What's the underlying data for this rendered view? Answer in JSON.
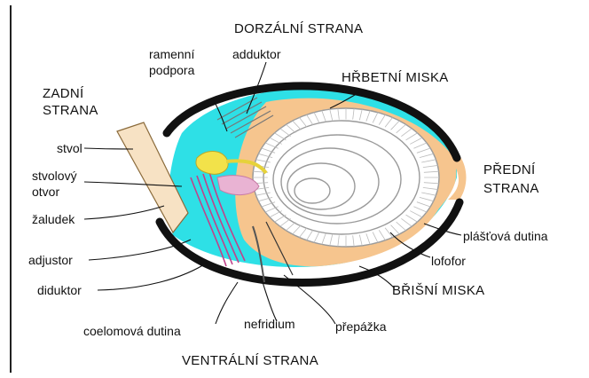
{
  "labels": {
    "dorsal": "DORZÁLNÍ STRANA",
    "ventral": "VENTRÁLNÍ STRANA",
    "posterior_line1": "ZADNÍ",
    "posterior_line2": "STRANA",
    "anterior_line1": "PŘEDNÍ",
    "anterior_line2": "STRANA",
    "brachial_support_line1": "ramenní",
    "brachial_support_line2": "podpora",
    "adductor": "adduktor",
    "dorsal_valve": "HŘBETNÍ MISKA",
    "pedicle": "stvol",
    "pedicle_opening_line1": "stvolový",
    "pedicle_opening_line2": "otvor",
    "stomach": "žaludek",
    "adjustor": "adjustor",
    "diductor": "diduktor",
    "coelom": "coelomová dutina",
    "nephridium": "nefridium",
    "septum": "přepážka",
    "ventral_valve": "BŘIŠNÍ MISKA",
    "lophophore": "lofofor",
    "mantle_cavity": "plášťová dutina"
  },
  "colors": {
    "coelom_fill": "#2ee0e6",
    "mantle_fill": "#f6c58e",
    "shell": "#111111",
    "lophophore_line": "#9a9a9a",
    "gut": "#f2e24a",
    "gland": "#e9b3d3",
    "muscle": "#c0428a",
    "pedicle_fill": "#f7e2c4"
  }
}
